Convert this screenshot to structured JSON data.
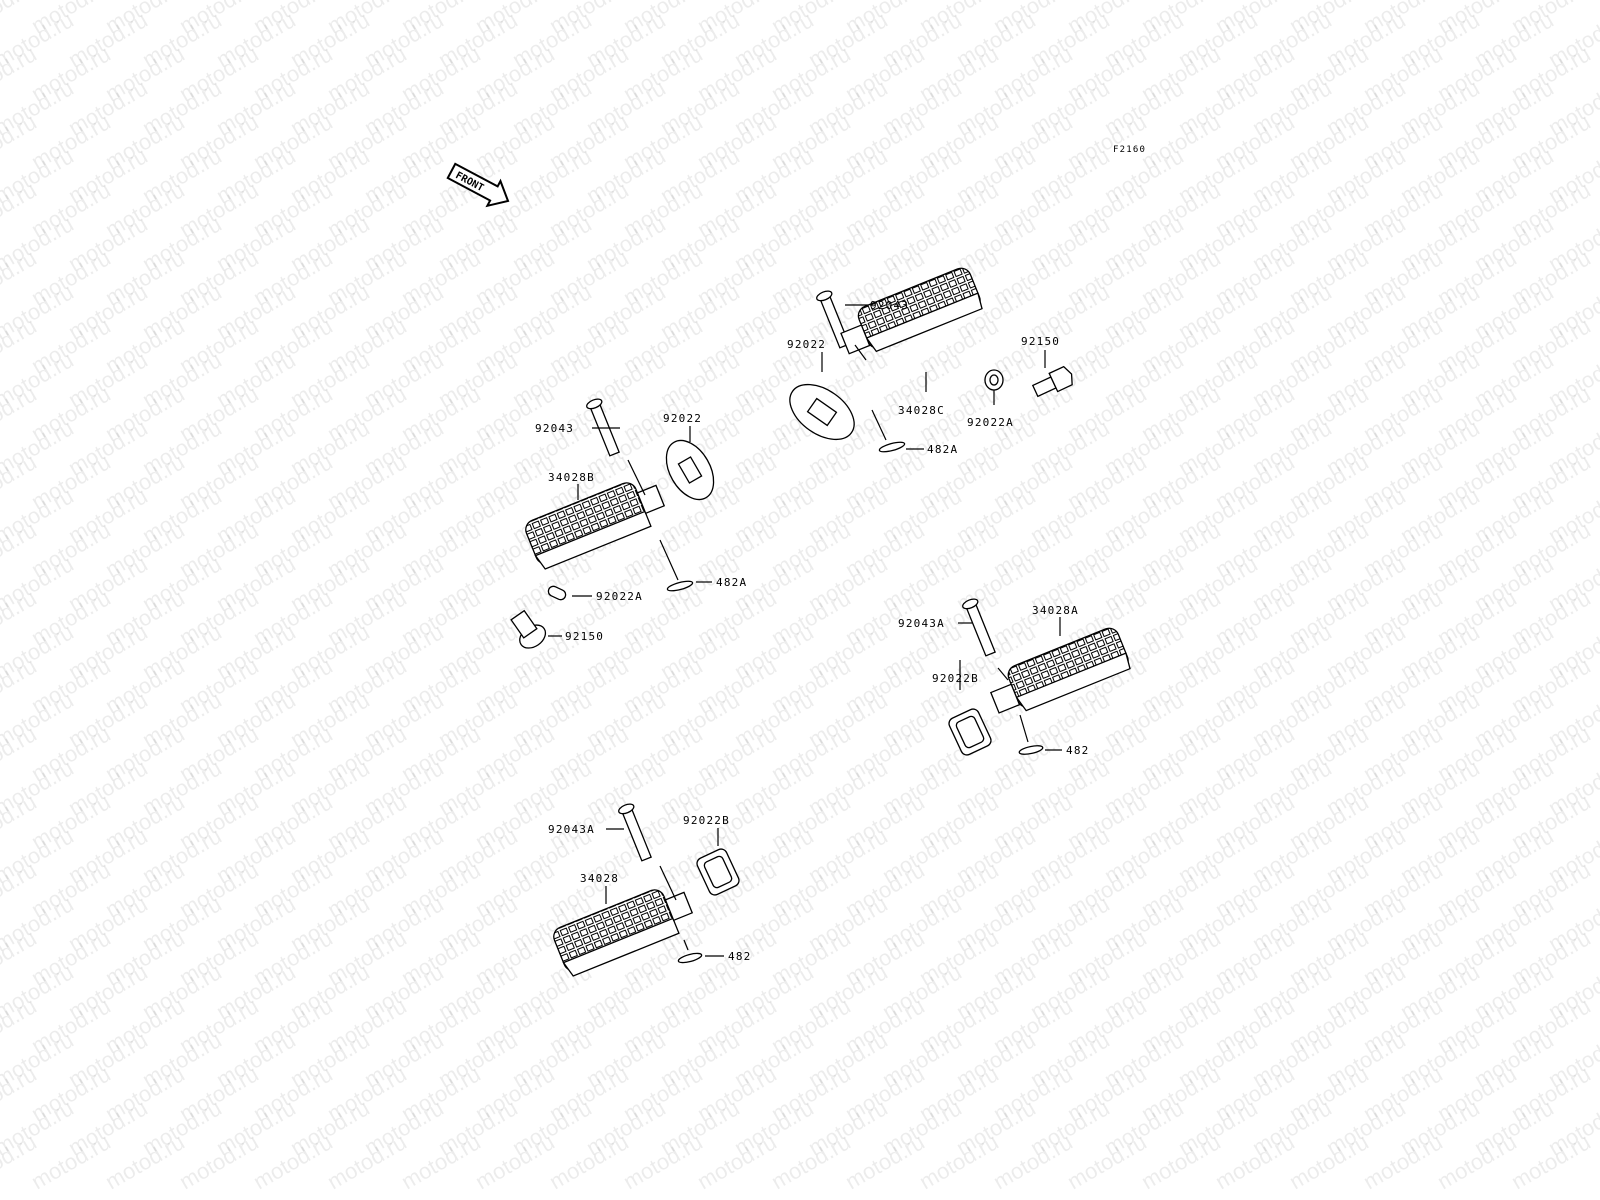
{
  "diagram": {
    "code": "F2160",
    "watermark": "motod.ru",
    "front_arrow": {
      "label": "FRONT",
      "icon": "front-arrow-icon"
    },
    "labels": {
      "a_92043": "92043",
      "a_92022": "92022",
      "a_34028b": "34028B",
      "a_92022a": "92022A",
      "a_92150": "92150",
      "a_482a": "482A",
      "b_92043": "92043",
      "b_92022": "92022",
      "b_34028c": "34028C",
      "b_92022a": "92022A",
      "b_92150": "92150",
      "b_482a": "482A",
      "c_92043a": "92043A",
      "c_34028a": "34028A",
      "c_92022b": "92022B",
      "c_482": "482",
      "d_92043a": "92043A",
      "d_92022b": "92022B",
      "d_34028": "34028",
      "d_482": "482"
    }
  }
}
